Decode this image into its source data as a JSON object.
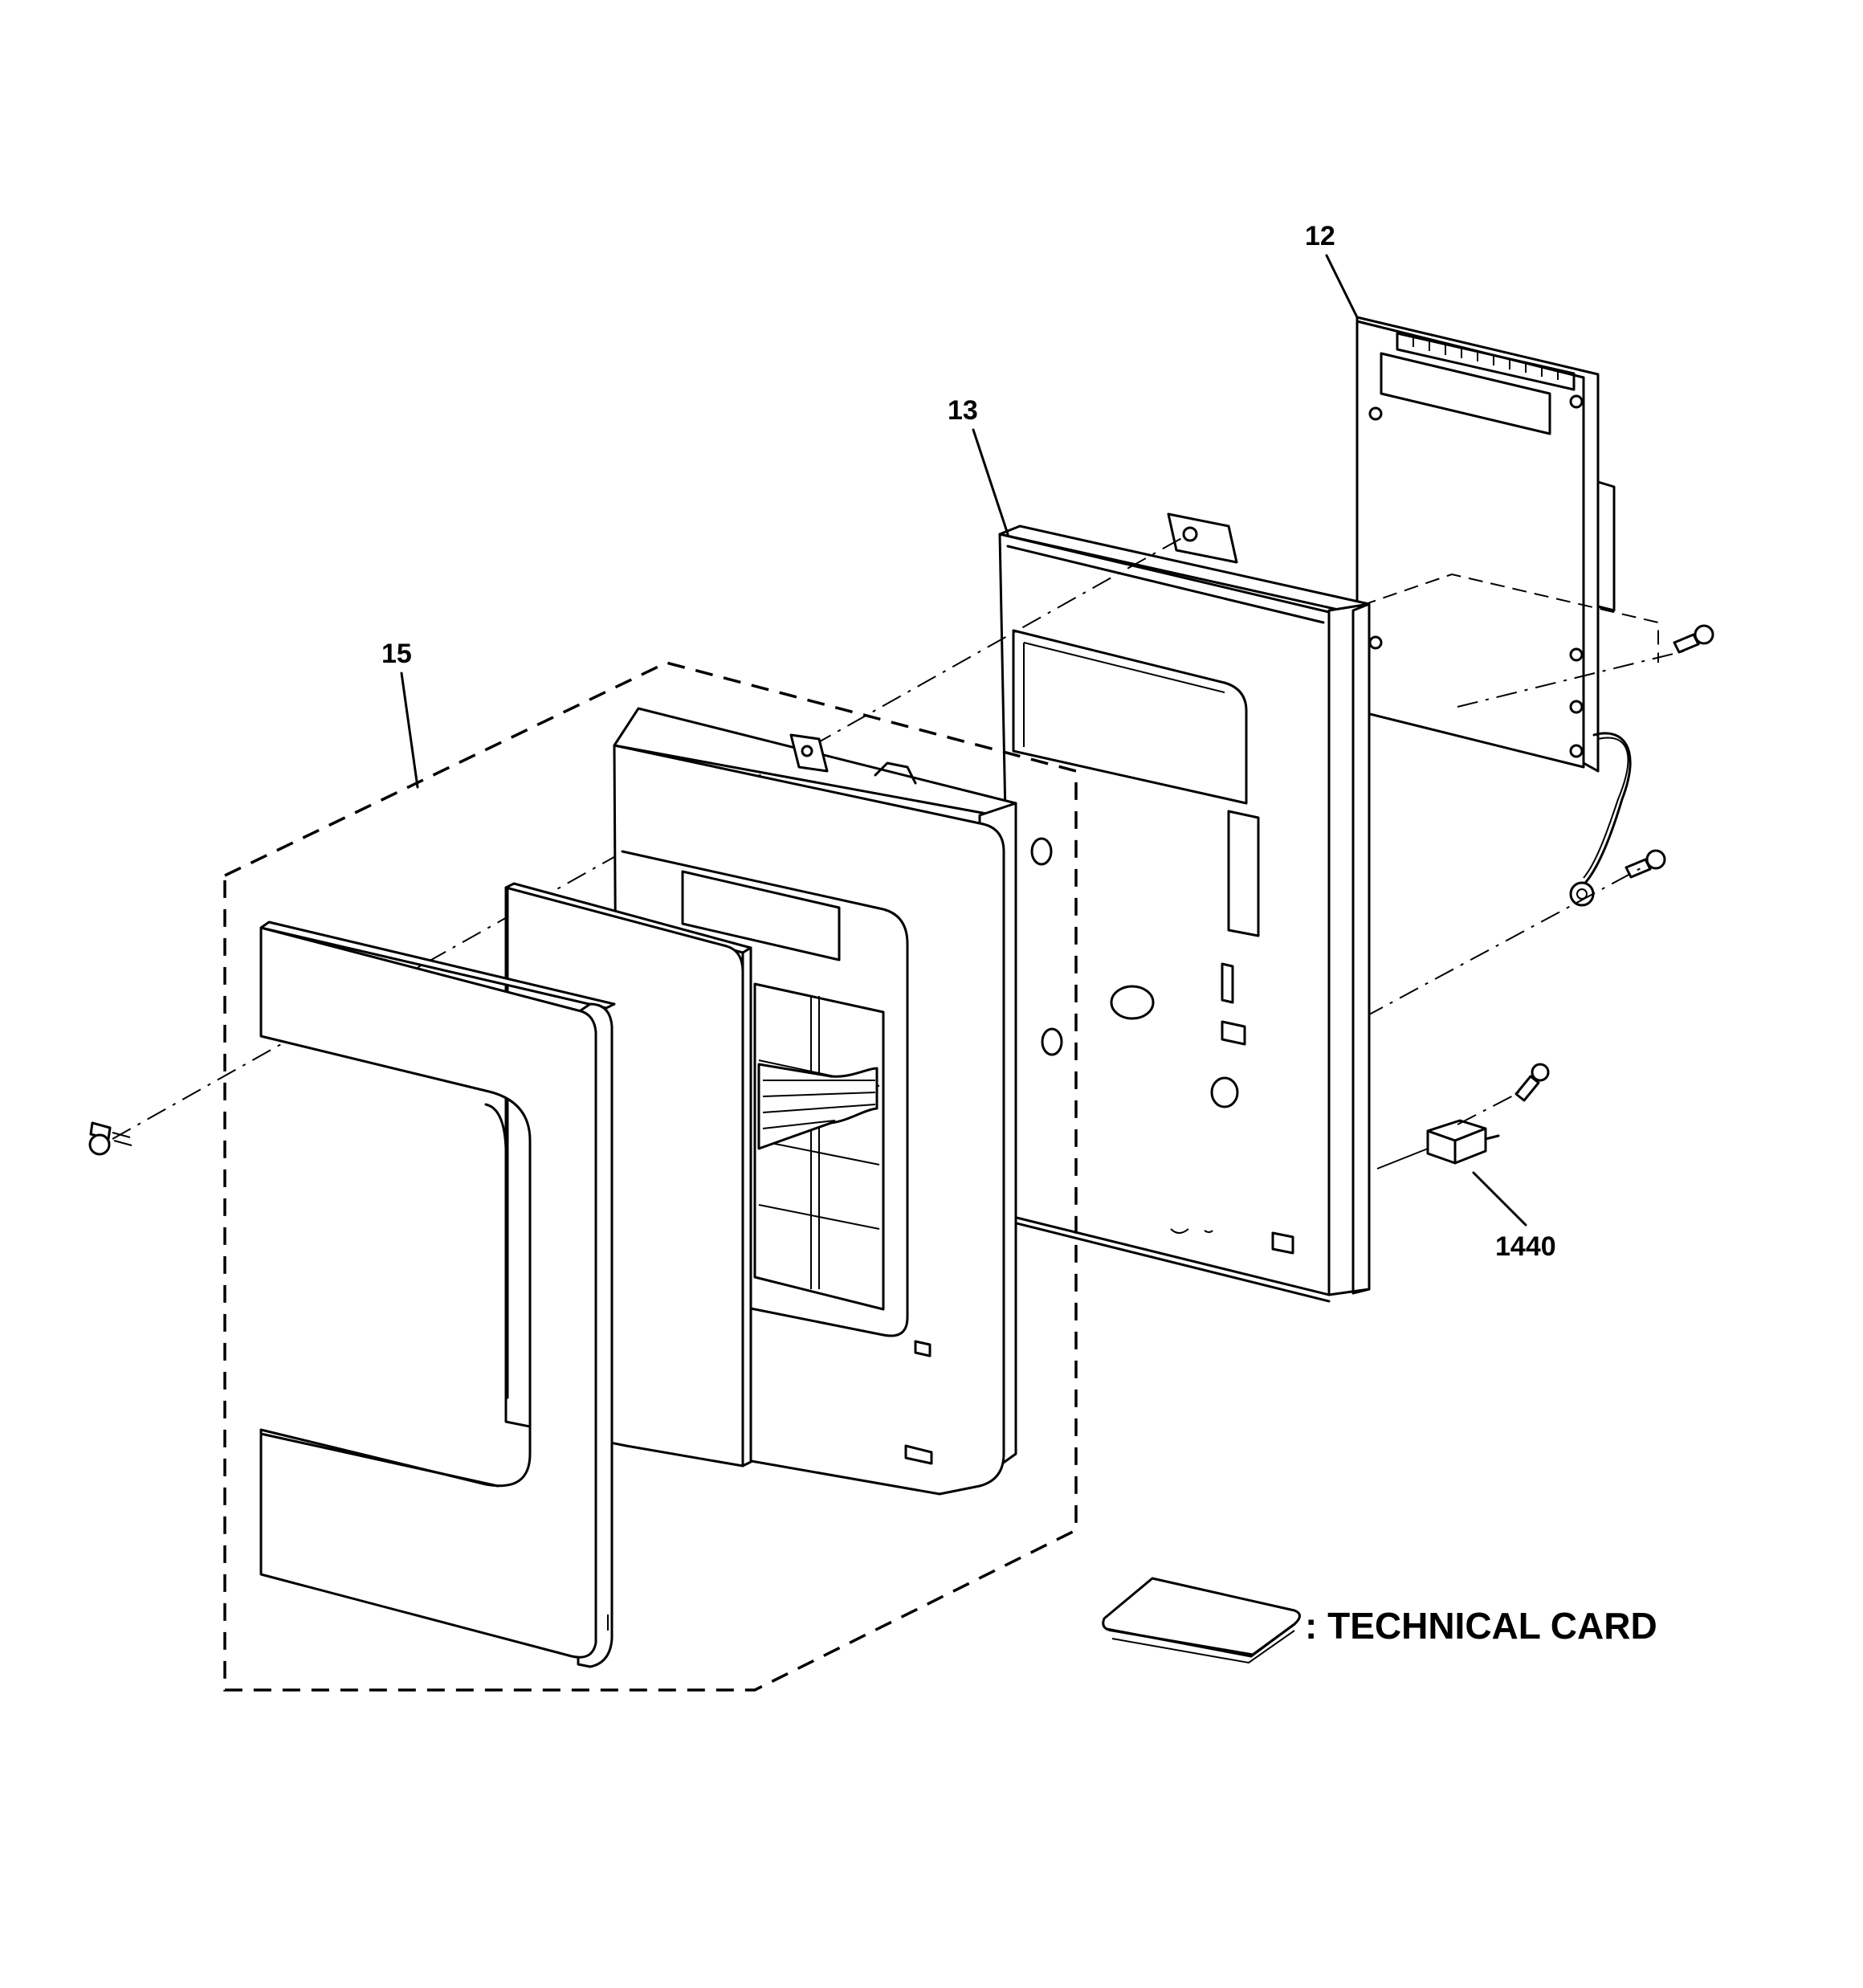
{
  "callouts": {
    "part_12": "12",
    "part_13": "13",
    "part_15": "15",
    "part_1440": "1440"
  },
  "legend": {
    "technical_card": ": TECHNICAL CARD"
  }
}
